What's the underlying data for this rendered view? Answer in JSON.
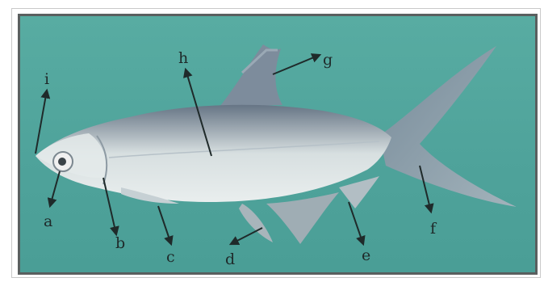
{
  "diagram": {
    "colors": {
      "background": "#53a89f",
      "border": "#5a5f5f",
      "fish_body": "#cfd8d9",
      "fish_back": "#6f7d8a",
      "labels": "#1f2a2a"
    },
    "labels": {
      "a": "a",
      "b": "b",
      "c": "c",
      "d": "d",
      "e": "e",
      "f": "f",
      "g": "g",
      "h": "h",
      "i": "i"
    }
  }
}
